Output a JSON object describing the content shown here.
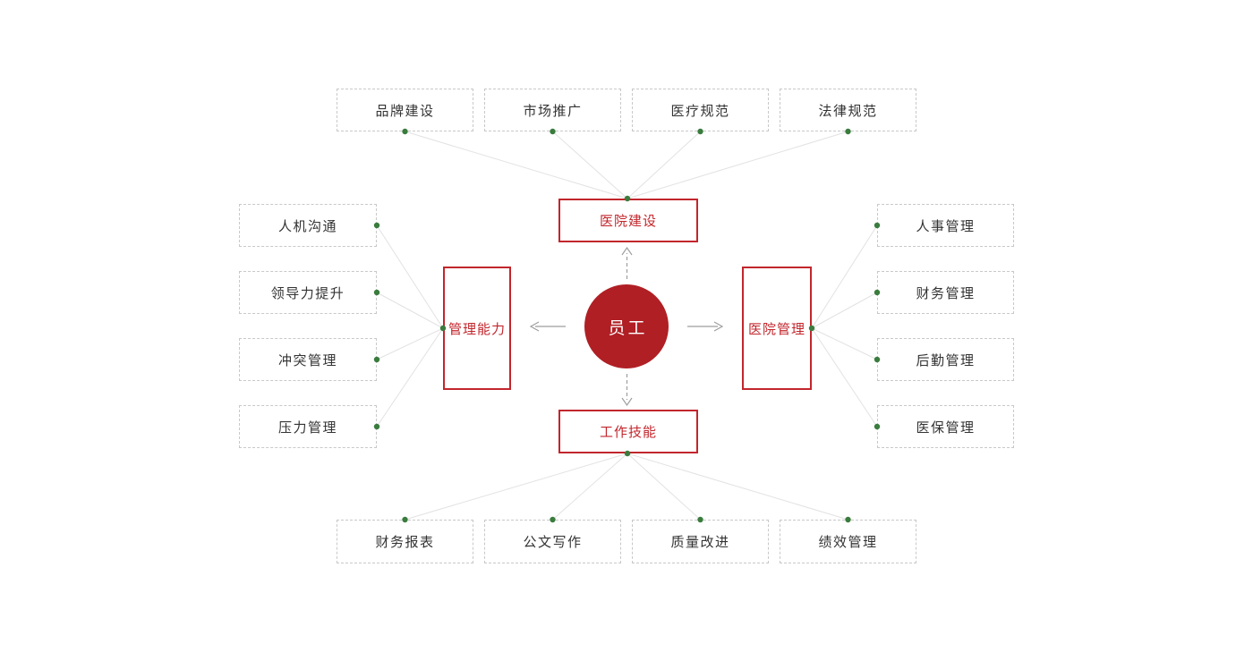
{
  "diagram": {
    "type": "hub-and-spoke mind map",
    "center_node": {
      "label": "员工"
    },
    "branch_nodes": {
      "top": {
        "label": "医院建设"
      },
      "bottom": {
        "label": "工作技能"
      },
      "left": {
        "label": "管理能力"
      },
      "right": {
        "label": "医院管理"
      }
    },
    "leaf_nodes": {
      "top": [
        "品牌建设",
        "市场推广",
        "医疗规范",
        "法律规范"
      ],
      "bottom": [
        "财务报表",
        "公文写作",
        "质量改进",
        "绩效管理"
      ],
      "left": [
        "人机沟通",
        "领导力提升",
        "冲突管理",
        "压力管理"
      ],
      "right": [
        "人事管理",
        "财务管理",
        "后勤管理",
        "医保管理"
      ]
    },
    "colors": {
      "center_circle_red": "#b01f24",
      "branch_border_red": "#c2262c",
      "branch_text_red": "#c2262c",
      "dot_green": "#3a7c3e",
      "connector_line_gray": "#e2e2e2",
      "arrow_gray": "#9e9e9e",
      "leaf_border_gray": "#c8c8c8",
      "leaf_text": "#333333",
      "background": "#ffffff"
    }
  }
}
